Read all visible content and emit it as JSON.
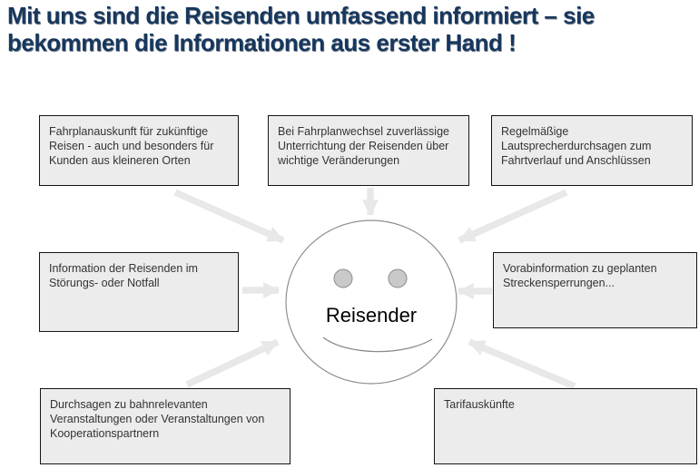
{
  "title": {
    "line1": "Mit uns sind die Reisenden umfassend informiert – sie",
    "line2": "bekommen die Informationen aus erster Hand !"
  },
  "center": {
    "label": "Reisender",
    "icon": "smiley-face-icon"
  },
  "boxes": [
    {
      "id": "fahrplanauskunft",
      "text": "Fahrplanauskunft für zukünftige Reisen - auch und besonders für Kunden aus kleineren Orten"
    },
    {
      "id": "fahrplanwechsel",
      "text": "Bei Fahrplanwechsel zuverlässige Unterrichtung der Reisenden über wichtige Veränderungen"
    },
    {
      "id": "lautsprecherdurchsagen",
      "text": "Regelmäßige Lautsprecherdurchsagen zum Fahrtverlauf und Anschlüssen"
    },
    {
      "id": "stoerungsinformation",
      "text": "Information der Reisenden im Störungs- oder Notfall"
    },
    {
      "id": "vorabinformation",
      "text": "Vorabinformation zu geplanten Streckensperrungen..."
    },
    {
      "id": "durchsagen",
      "text": "Durchsagen zu bahnrelevanten Veranstaltungen oder Veranstaltungen von Kooperationspartnern"
    },
    {
      "id": "tarifauskuenfte",
      "text": "Tarifauskünfte"
    }
  ],
  "colors": {
    "title_text": "#17375d",
    "box_background": "#ececec",
    "box_border": "#141414",
    "box_text": "#333333",
    "arrow": "#e8e8e8",
    "face_outline": "#8f8f8f",
    "eye_fill": "#c9c9c9",
    "background": "#ffffff"
  }
}
